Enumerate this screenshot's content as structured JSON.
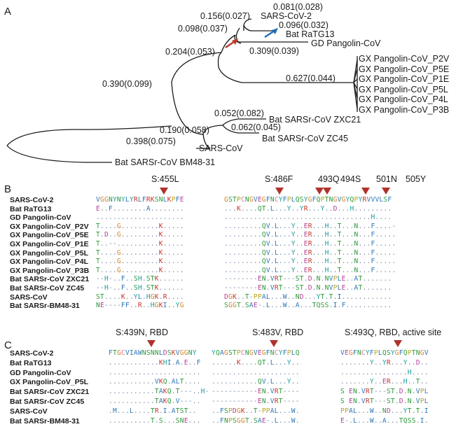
{
  "panels": {
    "a": "A",
    "b": "B",
    "c": "C"
  },
  "tree": {
    "taxa": {
      "sars2": "SARS-CoV-2",
      "ratg13": "Bat RaTG13",
      "gdpang": "GD Pangolin-CoV",
      "gx1": "GX Pangolin-CoV_P2V",
      "gx2": "GX Pangolin-CoV_P5E",
      "gx3": "GX Pangolin-CoV_P1E",
      "gx4": "GX Pangolin-CoV_P5L",
      "gx5": "GX Pangolin-CoV_P4L",
      "gx6": "GX Pangolin-CoV_P3B",
      "zxc21": "Bat SARSr-CoV ZXC21",
      "zc45": "Bat SARSr-CoV ZC45",
      "sars": "SARS-CoV",
      "bm48": "Bat SARSr-CoV BM48-31"
    },
    "branch_labels": {
      "b1": "0.081(0.028)",
      "b2": "0.156(0.027)",
      "b3": "0.096(0.032)",
      "b4": "0.098(0.037)",
      "b5": "0.309(0.039)",
      "b6": "0.204(0.053)",
      "b7": "0.627(0.044)",
      "b8": "0.390(0.099)",
      "b9": "0.052(0.082)",
      "b10": "0.062(0.045)",
      "b11": "0.190(0.058)",
      "b12": "0.398(0.075)"
    },
    "arrow_colors": {
      "red": "#c0392b",
      "blue": "#1f6fb5"
    }
  },
  "alignment_b": {
    "mutations": [
      "S:455L",
      "S:486F",
      "493Q",
      "494S",
      "501N",
      "505Y"
    ],
    "names": [
      "SARS-CoV-2",
      "Bat RaTG13",
      "GD Pangolin-CoV",
      "GX Pangolin-CoV_P2V",
      "GX Pangolin-CoV_P5E",
      "GX Pangolin-CoV_P1E",
      "GX Pangolin-CoV_P5L",
      "GX Pangolin-CoV_P4L",
      "GX Pangolin-CoV_P3B",
      "Bat SARSr-CoV ZXC21",
      "Bat SARSr-CoV ZC45",
      "SARS-CoV",
      "Bat SARSr-BM48-31"
    ],
    "seq1": [
      "VGGNYNYLYRLFRKSNLKPFE",
      "E..F........A........",
      ".....................",
      "T....G.........K.....",
      "T.D..G.........K.....",
      "T..--..........K.....",
      "T....G.........K.....",
      "T....G.........K.....",
      "T....G.........K.....",
      "--H-..F..SH.STK......",
      "--H-..F..SH.STK......",
      "ST....K..YL.HGK.R....",
      "NE----FF..R..HGKI..YG"
    ],
    "seq2": [
      "GSTPCNGVEGFNCYFPLQSYGFQPTNGVGYQPYRVVVLSF",
      "...K....QT.L...Y..YR...Y..D...H.........",
      "...................................H....",
      ".........QV.L...Y..ER...H..T...N...F....-",
      ".........QV.L...Y..ER...H..T...N...F.....",
      ".........QV.L...Y..ER...H..T...N...F.....",
      ".........QV.L...Y..ER...H..T...N...F.....",
      ".........QV.L...Y..ER...H..T...N...F.....",
      ".........QV.L...Y..ER...H..T...N...F.....",
      "--------EN.VRT---ST.D.N.NVPLE..AT.......",
      "--------EN.VRT---ST.D.N.NVPLE..AT.......",
      "DGK..T-PPAL...W..ND...YT.T.I............",
      "SGGT.SAE-.L...W..A...TQSS.I.F..........."
    ]
  },
  "alignment_c": {
    "mutations": [
      "S:439N, RBD",
      "S:483V, RBD",
      "S:493Q, RBD, active site"
    ],
    "names": [
      "SARS-CoV-2",
      "Bat RaTG13",
      "GD Pangolin-CoV",
      "GX Pangolin-CoV_P5L",
      "Bat SARSr-CoV ZXC21",
      "Bat SARSr-CoV ZC45",
      "SARS-CoV",
      "Bat SARSr-BM48-31"
    ],
    "seq1": [
      "FTGCVIAWNSNNLDSKVGGNY",
      "............KHI.A.E..F",
      "......................",
      "...........VKQ.ALT....",
      "...........TAKQ.T---..H-",
      "...........TAKQ.V---..",
      ".M...L....TR.I.ATST..",
      "..........T.S...SNE..."
    ],
    "seq2": [
      "YQAGSTPCNGVEGFNCYFPLQ",
      "......K....QT.L...Y..",
      ".....................",
      "...........QV.L...Y..",
      "-----------EN.VRT----",
      "-----------EN.VRT----",
      "..FSPDGK..T-PPAL...W.",
      "..FNPSGGT.SAE-.L...W."
    ],
    "seq3": [
      "VEGFNCYFPLQSYGFQPTNGV",
      ".......Y..YR...Y..D..",
      "................H....",
      ".......Y..ER...H..T..",
      "S EN.VRT---ST.D.N.VPL",
      "S EN.VRT---ST.D.N.VPL",
      "PPAL...W..ND...YT.T.I",
      "E-.L...W..A...TQSS.I."
    ]
  }
}
